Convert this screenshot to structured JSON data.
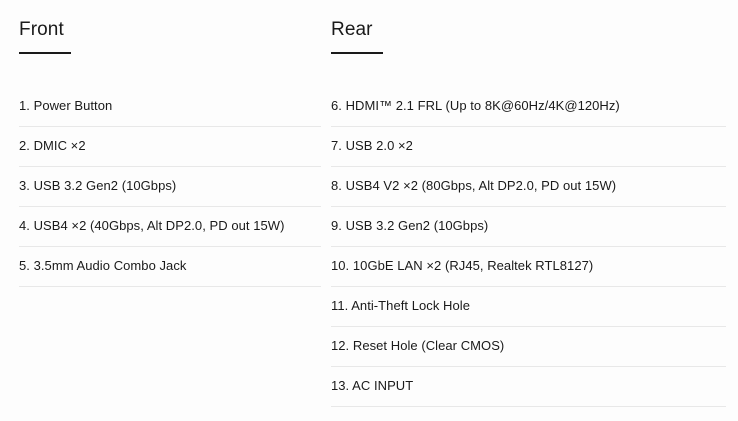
{
  "columns": [
    {
      "heading": "Front",
      "items": [
        {
          "text": "1. Power Button"
        },
        {
          "text": "2. DMIC ×2"
        },
        {
          "text": "3. USB 3.2 Gen2 (10Gbps)"
        },
        {
          "text": "4. USB4 ×2 (40Gbps, Alt DP2.0, PD out 15W)"
        },
        {
          "text": "5. 3.5mm Audio Combo Jack"
        }
      ]
    },
    {
      "heading": "Rear",
      "items": [
        {
          "text": "6. HDMI™ 2.1 FRL (Up to 8K@60Hz/4K@120Hz)"
        },
        {
          "text": "7. USB 2.0 ×2"
        },
        {
          "text": "8. USB4 V2 ×2 (80Gbps, Alt DP2.0, PD out 15W)"
        },
        {
          "text": "9. USB 3.2 Gen2 (10Gbps)"
        },
        {
          "text": "10. 10GbE LAN ×2 (RJ45, Realtek RTL8127)"
        },
        {
          "text": "11. Anti-Theft Lock Hole"
        },
        {
          "text": "12. Reset Hole (Clear CMOS)"
        },
        {
          "text": "13. AC INPUT"
        }
      ]
    }
  ],
  "colors": {
    "background": "#fdfdfd",
    "text": "#1a1a1a",
    "divider": "#e8e8e8",
    "heading_rule": "#1a1a1a"
  }
}
